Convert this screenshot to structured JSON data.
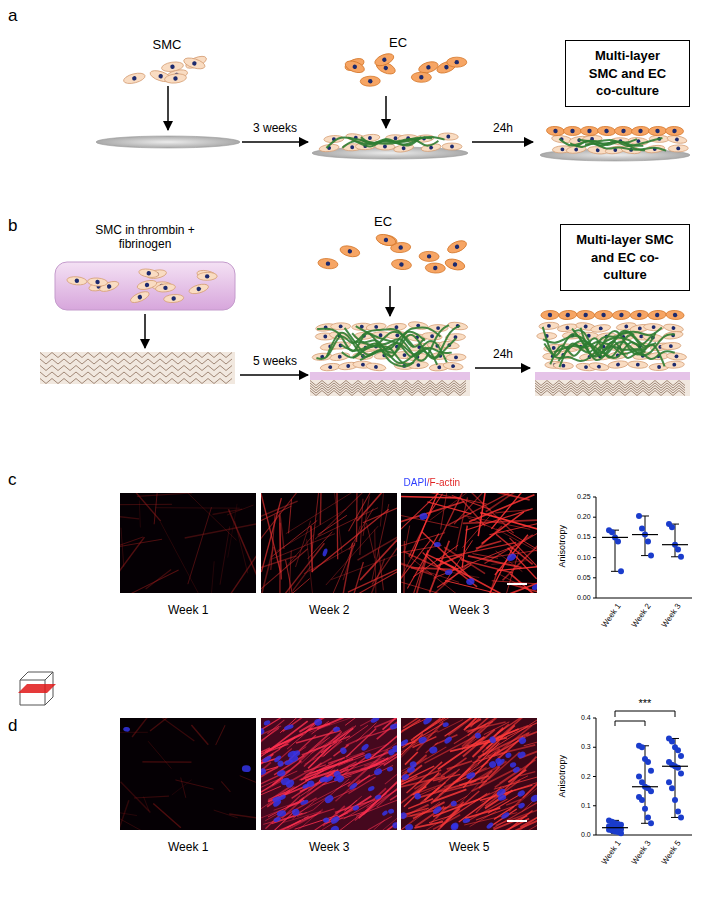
{
  "diagram": {
    "nodes": [
      {
        "text": [
          "Multi-layer SMC and EC co-culture"
        ]
      },
      {
        "text": [
          "Multi-layer SMC and EC co-culture"
        ]
      }
    ],
    "labels": [
      "a",
      "SMC",
      "EC",
      "3 weeks",
      "24h",
      "b",
      "SMC in thrombin + fibrinogen",
      "EC",
      "5 weeks",
      "24h",
      "c",
      "DAPI/F-actin",
      "Week 1",
      "Week 2",
      "Week 3",
      "Anisotropy",
      "0.00",
      "0.05",
      "0.10",
      "0.15",
      "0.20",
      "0.25",
      "Week 1",
      "Week 2",
      "Week 3",
      "d",
      "Week 1",
      "Week 3",
      "Week 5",
      "Anisotropy",
      "0.0",
      "0.1",
      "0.2",
      "0.3",
      "0.4",
      "Week 1",
      "Week 3",
      "Week 5",
      "***"
    ]
  }
}
